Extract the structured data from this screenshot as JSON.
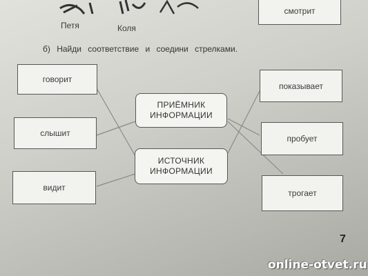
{
  "top": {
    "names": [
      "Петя",
      "Коля"
    ],
    "box_label": "смотрит"
  },
  "task": {
    "text": "б) Найди соответствие и соедини стрелками."
  },
  "left_boxes": [
    "говорит",
    "слышит",
    "видит"
  ],
  "center_boxes": [
    {
      "line1": "ПРИЁМНИК",
      "line2": "ИНФОРМАЦИИ"
    },
    {
      "line1": "ИСТОЧНИК",
      "line2": "ИНФОРМАЦИИ"
    }
  ],
  "right_boxes": [
    "показывает",
    "пробует",
    "трогает"
  ],
  "page_number": "7",
  "watermark": "online-otvet.ru"
}
